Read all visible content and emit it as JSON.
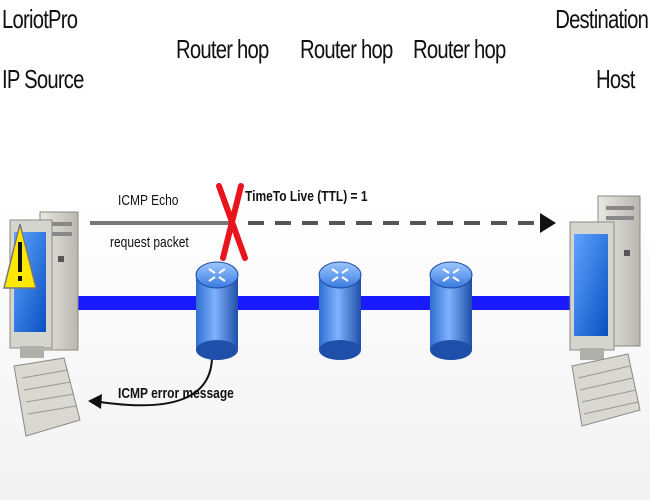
{
  "source": {
    "line1": "LoriotPro",
    "line2": "IP Source"
  },
  "destination": {
    "line1": "Destination",
    "line2": "Host"
  },
  "hops": [
    "Router hop",
    "Router hop",
    "Router hop"
  ],
  "packet": {
    "line1": "ICMP Echo",
    "line2": "request packet"
  },
  "ttl_label": "TimeTo Live (TTL) = 1",
  "error_label": "ICMP error message",
  "colors": {
    "network_line": "#1a1aff",
    "drop_mark": "#e8141e",
    "warning": "#ffe800"
  },
  "icons": [
    "computer-icon",
    "router-icon",
    "warning-icon",
    "drop-x-icon"
  ]
}
